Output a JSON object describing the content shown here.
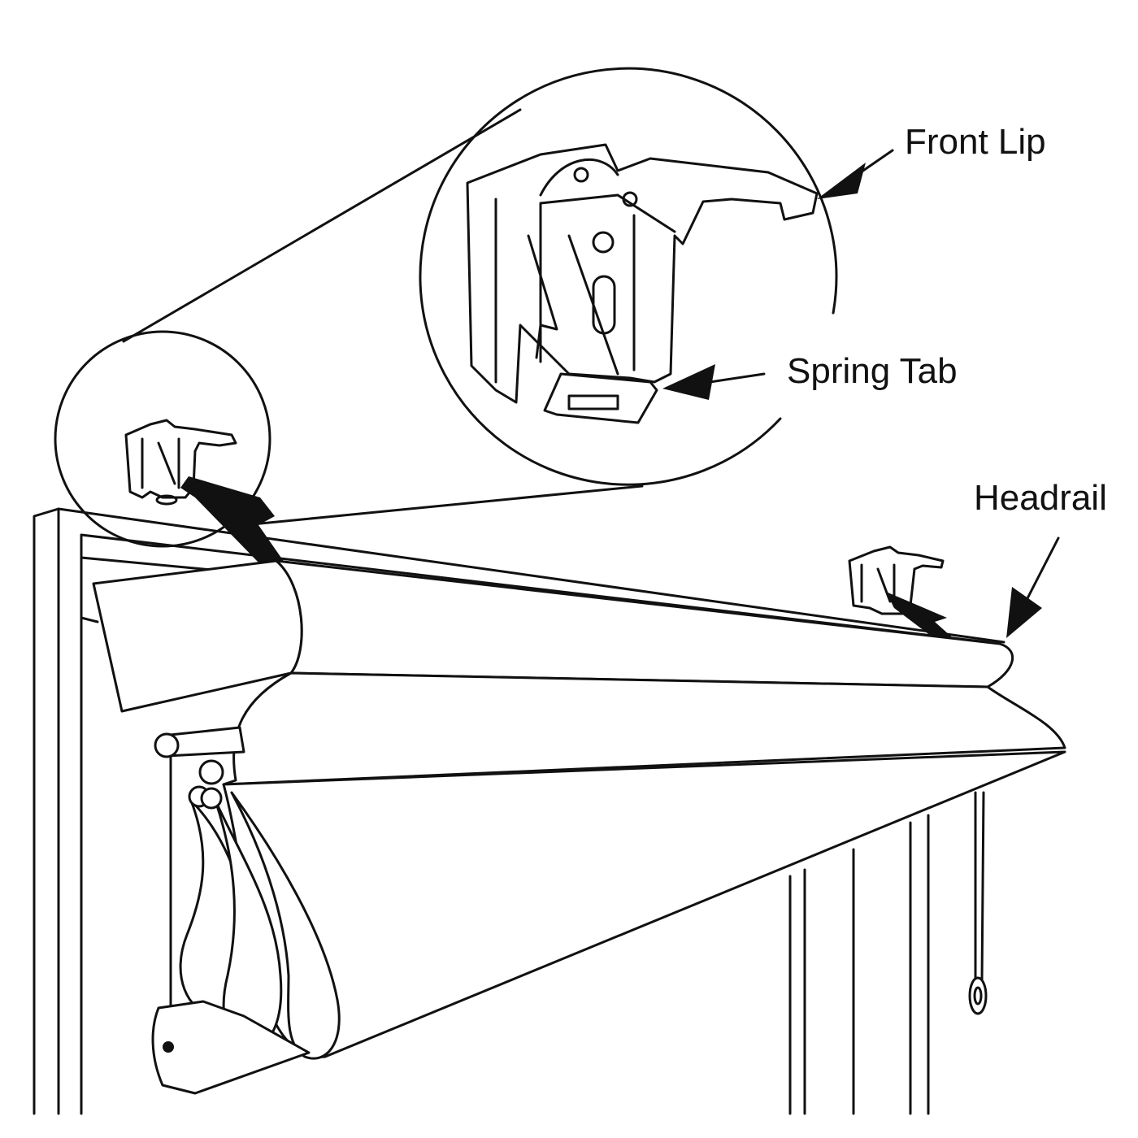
{
  "labels": {
    "front_lip": "Front Lip",
    "spring_tab": "Spring Tab",
    "headrail": "Headrail"
  },
  "colors": {
    "line": "#111111",
    "background": "#ffffff"
  }
}
